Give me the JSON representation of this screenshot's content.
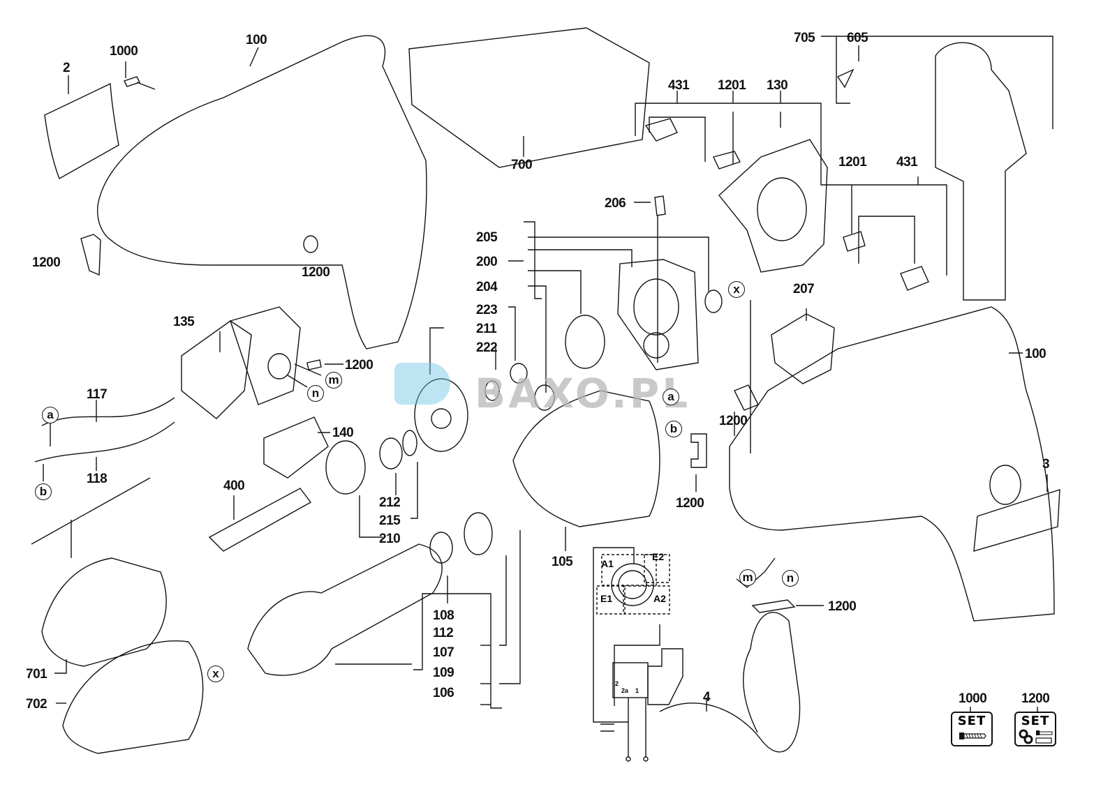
{
  "title": "Impact drill exploded parts diagram",
  "watermark": {
    "text": "BAXO.PL",
    "color": "#6cc3e3"
  },
  "part_labels": {
    "p2": "2",
    "p1000_top": "1000",
    "p100_top": "100",
    "p700": "700",
    "p705": "705",
    "p605": "605",
    "p431_left": "431",
    "p1201_left": "1201",
    "p130": "130",
    "p1201_right": "1201",
    "p431_right": "431",
    "p206": "206",
    "p205": "205",
    "p200": "200",
    "p204": "204",
    "p223": "223",
    "p211": "211",
    "p222": "222",
    "p207": "207",
    "p1200_housing_left": "1200",
    "p1200_housing_pin": "1200",
    "p135": "135",
    "p1200_switch": "1200",
    "p117": "117",
    "p118": "118",
    "p140": "140",
    "p400": "400",
    "p212": "212",
    "p215": "215",
    "p210": "210",
    "p105": "105",
    "p1200_pin_right": "1200",
    "p1200_clip_right": "1200",
    "p100_right": "100",
    "p3": "3",
    "p108": "108",
    "p112": "112",
    "p107": "107",
    "p109": "109",
    "p106": "106",
    "p701": "701",
    "p702": "702",
    "p1200_cable": "1200",
    "p4": "4",
    "set1000": "1000",
    "set1200": "1200"
  },
  "connectors": {
    "a": "a",
    "b": "b",
    "m": "m",
    "n": "n",
    "x": "x"
  },
  "wiring": {
    "a1": "A1",
    "a2": "A2",
    "e1": "E1",
    "e2": "E2",
    "t2": "2",
    "t2a": "2a",
    "t1": "1"
  },
  "set_badges": [
    {
      "number": "1000",
      "text": "SET",
      "icon": "screw-icon"
    },
    {
      "number": "1200",
      "text": "SET",
      "icon": "small-parts-icon"
    }
  ]
}
